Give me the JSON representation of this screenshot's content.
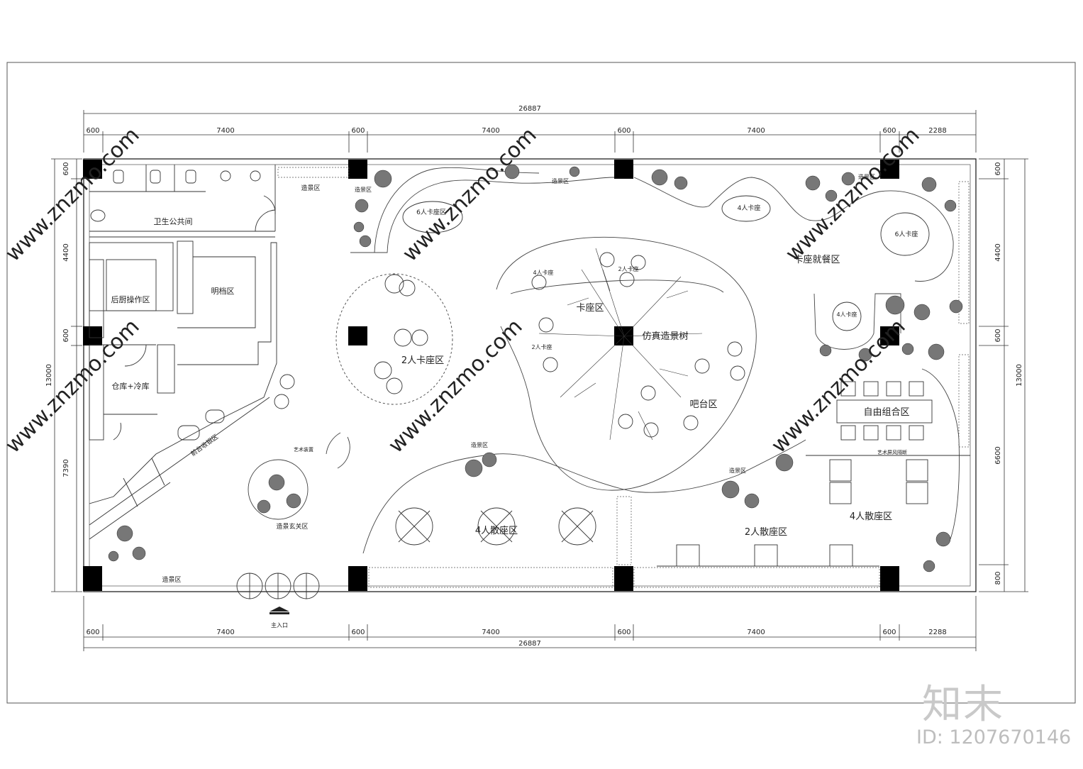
{
  "dimensions": {
    "total": "26887",
    "top_segments": [
      "600",
      "7400",
      "600",
      "7400",
      "600",
      "7400",
      "600",
      "2288"
    ],
    "bottom_segments": [
      "600",
      "7400",
      "600",
      "7400",
      "600",
      "7400",
      "600",
      "2288"
    ],
    "left_total": "13000",
    "left_segments": [
      "600",
      "4400",
      "600",
      "7390"
    ],
    "right_total": "13000",
    "right_segments": [
      "600",
      "4400",
      "600",
      "6600",
      "800"
    ]
  },
  "labels": {
    "restroom": "卫生公共间",
    "kitchen": "后厨操作区",
    "open_kitchen": "明档区",
    "storage": "仓库+冷库",
    "front_desk": "前台收银区",
    "art_installation": "艺术装置",
    "foyer": "造景玄关区",
    "main_entrance": "主入口",
    "scenery": "造景区",
    "booth_6": "6人卡座区",
    "booth_2": "2人卡座区",
    "booth_4_small": "4人卡座",
    "booth_2_small": "2人卡座",
    "booth_area": "卡座区",
    "tree": "仿真造景树",
    "bar": "吧台区",
    "booth_dining": "卡座就餐区",
    "booth_6_small": "6人卡座",
    "free_area": "自由组合区",
    "art_screen": "艺术屏风隔断",
    "loose_4": "4人散座区",
    "loose_2": "2人散座区"
  },
  "watermark": {
    "site": "www.znzmo.com",
    "brand": "知末",
    "id": "ID: 1207670146"
  }
}
